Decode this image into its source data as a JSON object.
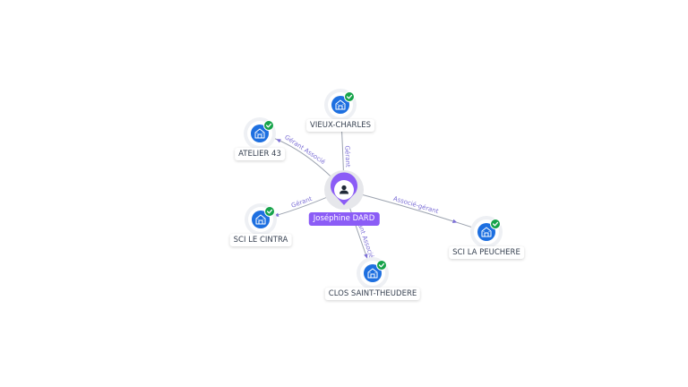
{
  "colors": {
    "edge": "#9ca3af",
    "edge_label": "#7c6fd6",
    "center": "#8b5cf6",
    "company_icon": "#1d6fe0",
    "check": "#16a34a"
  },
  "center": {
    "label": "Joséphine DARD",
    "icon": "person-icon"
  },
  "nodes": [
    {
      "id": "vieux-charles",
      "label": "VIEUX-CHARLES",
      "icon": "building-icon",
      "status": "check-icon"
    },
    {
      "id": "atelier-43",
      "label": "ATELIER 43",
      "icon": "building-icon",
      "status": "check-icon"
    },
    {
      "id": "sci-le-cintra",
      "label": "SCI LE CINTRA",
      "icon": "building-icon",
      "status": "check-icon"
    },
    {
      "id": "clos-saint-theudere",
      "label": "CLOS SAINT-THEUDERE",
      "icon": "building-icon",
      "status": "check-icon"
    },
    {
      "id": "sci-la-peuchere",
      "label": "SCI LA PEUCHERE",
      "icon": "building-icon",
      "status": "check-icon"
    }
  ],
  "edges": [
    {
      "to": "vieux-charles",
      "label": "Gérant"
    },
    {
      "to": "atelier-43",
      "label": "Gérant Associé"
    },
    {
      "to": "sci-le-cintra",
      "label": "Gérant"
    },
    {
      "to": "clos-saint-theudere",
      "label": "Gérant Associé"
    },
    {
      "to": "sci-la-peuchere",
      "label": "Associé-gérant"
    }
  ]
}
